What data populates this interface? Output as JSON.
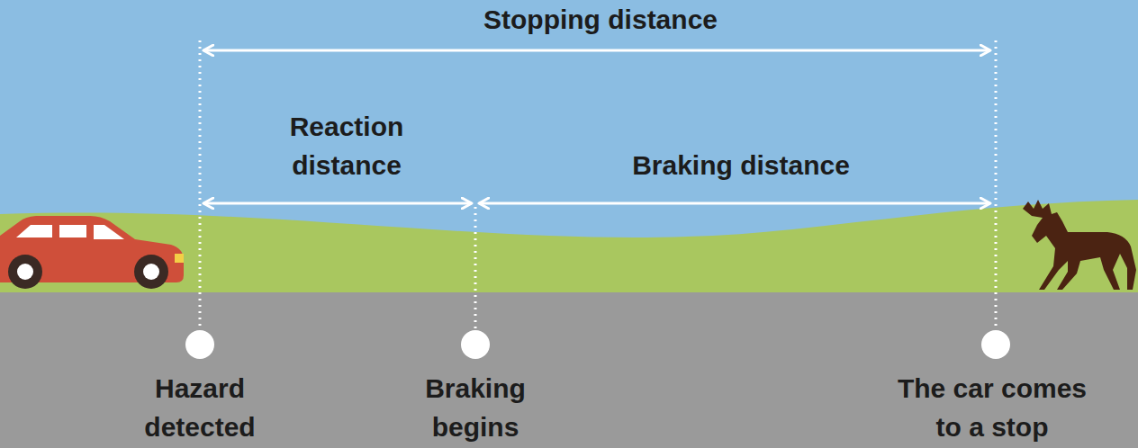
{
  "diagram": {
    "labels": [
      "Stopping distance",
      "Reaction distance",
      "Braking distance",
      "Hazard detected",
      "Braking begins",
      "The car comes to a stop"
    ]
  }
}
